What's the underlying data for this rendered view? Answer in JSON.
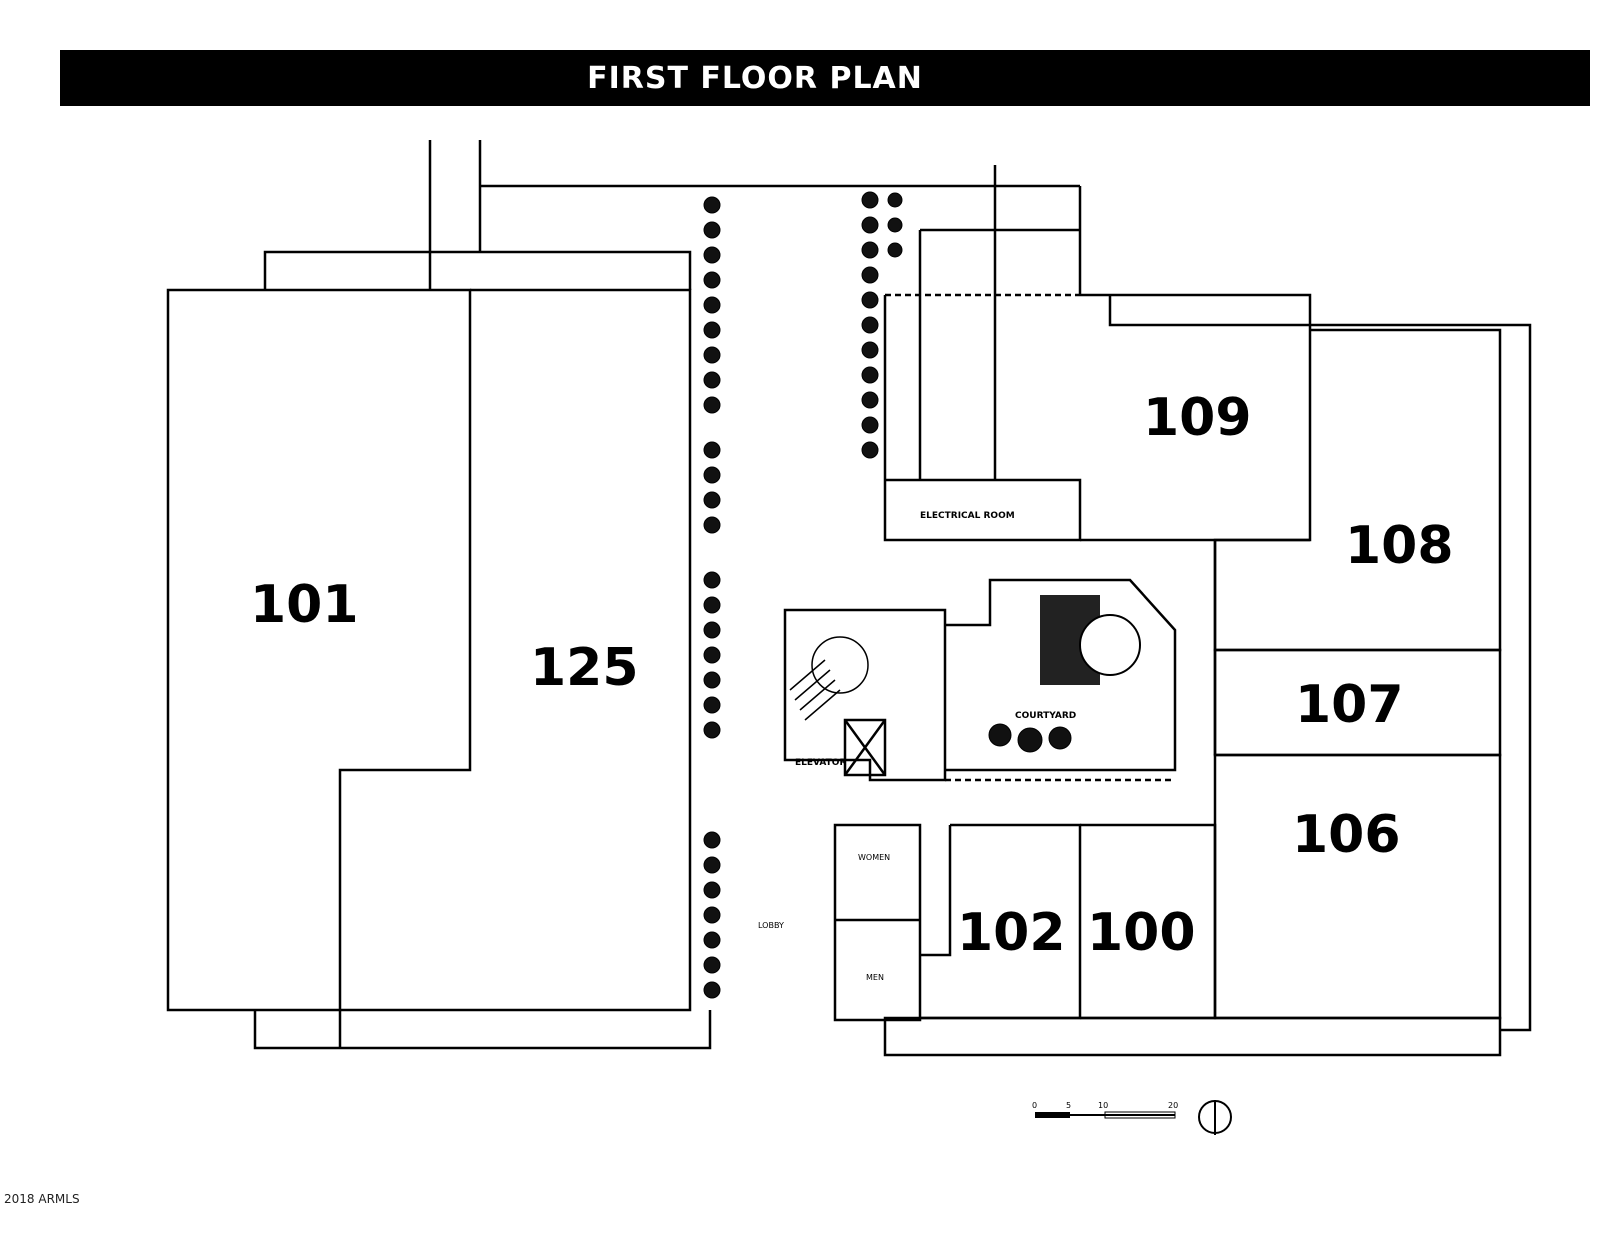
{
  "title": "FIRST FLOOR PLAN",
  "rooms": [
    {
      "number": "101"
    },
    {
      "number": "125"
    },
    {
      "number": "109"
    },
    {
      "number": "108"
    },
    {
      "number": "107"
    },
    {
      "number": "106"
    },
    {
      "number": "102"
    },
    {
      "number": "100"
    }
  ],
  "labels": {
    "electrical_room": "ELECTRICAL ROOM",
    "courtyard": "COURTYARD",
    "elevator": "ELEVATOR",
    "women": "WOMEN",
    "men": "MEN",
    "lobby": "LOBBY"
  },
  "scale_bar": {
    "ticks": [
      "0",
      "5",
      "10",
      "20"
    ]
  },
  "copyright": "2018 ARMLS"
}
